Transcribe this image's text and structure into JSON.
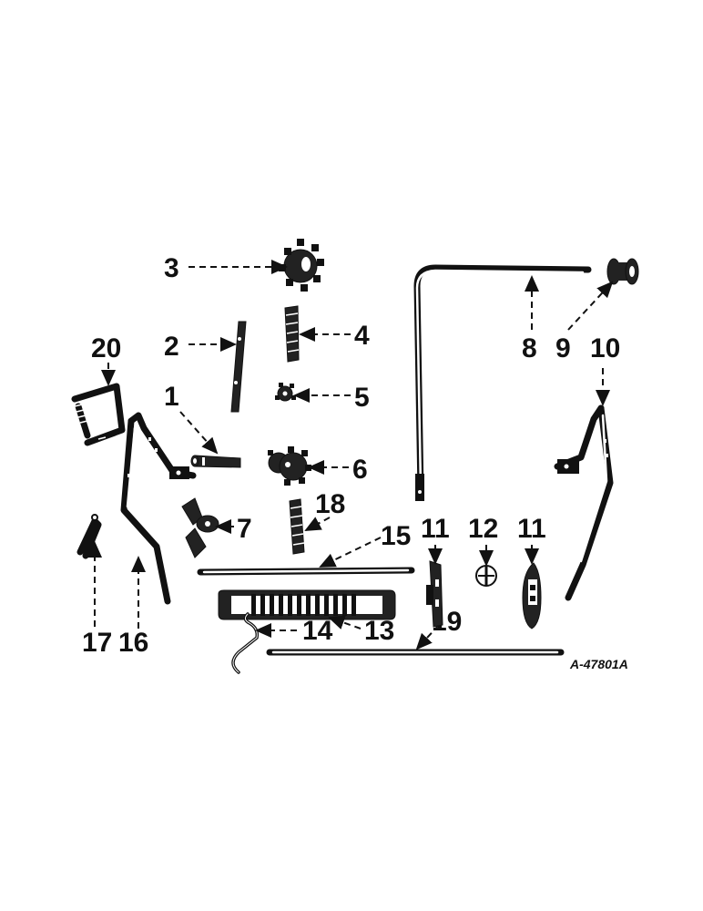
{
  "drawing": {
    "drawing_number": "A-47801A"
  },
  "callouts": {
    "c1": "1",
    "c2": "2",
    "c3": "3",
    "c4": "4",
    "c5": "5",
    "c6": "6",
    "c7": "7",
    "c8": "8",
    "c9": "9",
    "c10": "10",
    "c11a": "11",
    "c11b": "11",
    "c12": "12",
    "c13": "13",
    "c14": "14",
    "c15": "15",
    "c16": "16",
    "c17": "17",
    "c18": "18",
    "c19": "19",
    "c20": "20"
  },
  "colors": {
    "ink": "#111111",
    "paper": "#ffffff"
  }
}
